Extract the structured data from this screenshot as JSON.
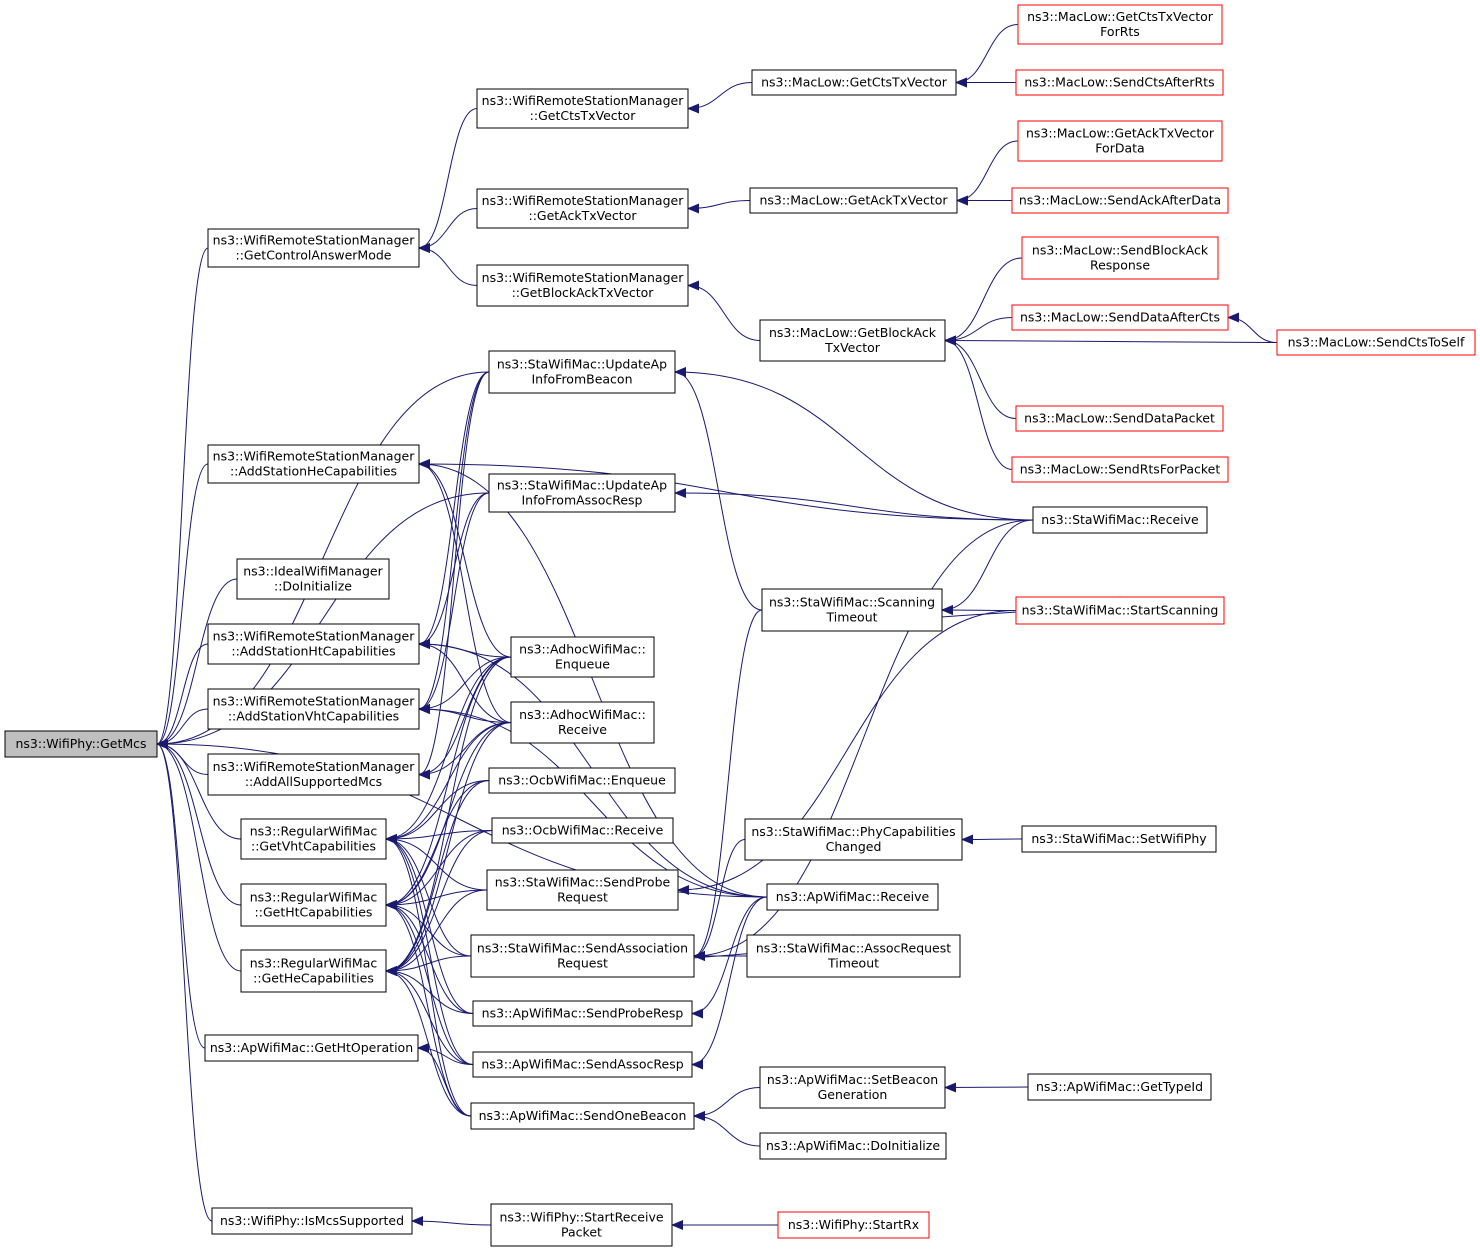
{
  "nodes": [
    {
      "id": "getmcs",
      "lines": [
        "ns3::WifiPhy::GetMcs"
      ],
      "current": true
    },
    {
      "id": "getcam",
      "lines": [
        "ns3::WifiRemoteStationManager",
        "::GetControlAnswerMode"
      ]
    },
    {
      "id": "getcts",
      "lines": [
        "ns3::WifiRemoteStationManager",
        "::GetCtsTxVector"
      ]
    },
    {
      "id": "getack",
      "lines": [
        "ns3::WifiRemoteStationManager",
        "::GetAckTxVector"
      ]
    },
    {
      "id": "getback",
      "lines": [
        "ns3::WifiRemoteStationManager",
        "::GetBlockAckTxVector"
      ]
    },
    {
      "id": "ml_getcts",
      "lines": [
        "ns3::MacLow::GetCtsTxVector"
      ]
    },
    {
      "id": "ml_getack",
      "lines": [
        "ns3::MacLow::GetAckTxVector"
      ]
    },
    {
      "id": "ml_getback",
      "lines": [
        "ns3::MacLow::GetBlockAck",
        "TxVector"
      ]
    },
    {
      "id": "ml_ctsforrts",
      "lines": [
        "ns3::MacLow::GetCtsTxVector",
        "ForRts"
      ],
      "truncated": true
    },
    {
      "id": "ml_sendcts",
      "lines": [
        "ns3::MacLow::SendCtsAfterRts"
      ],
      "truncated": true
    },
    {
      "id": "ml_ackfordata",
      "lines": [
        "ns3::MacLow::GetAckTxVector",
        "ForData"
      ],
      "truncated": true
    },
    {
      "id": "ml_sendack",
      "lines": [
        "ns3::MacLow::SendAckAfterData"
      ],
      "truncated": true
    },
    {
      "id": "ml_sendbar",
      "lines": [
        "ns3::MacLow::SendBlockAck",
        "Response"
      ],
      "truncated": true
    },
    {
      "id": "ml_senddata",
      "lines": [
        "ns3::MacLow::SendDataAfterCts"
      ],
      "truncated": true
    },
    {
      "id": "ml_ctstoself",
      "lines": [
        "ns3::MacLow::SendCtsToSelf"
      ],
      "truncated": true
    },
    {
      "id": "ml_datapkt",
      "lines": [
        "ns3::MacLow::SendDataPacket"
      ],
      "truncated": true
    },
    {
      "id": "ml_rts",
      "lines": [
        "ns3::MacLow::SendRtsForPacket"
      ],
      "truncated": true
    },
    {
      "id": "sta_updbeacon",
      "lines": [
        "ns3::StaWifiMac::UpdateAp",
        "InfoFromBeacon"
      ]
    },
    {
      "id": "sta_updassoc",
      "lines": [
        "ns3::StaWifiMac::UpdateAp",
        "InfoFromAssocResp"
      ]
    },
    {
      "id": "addhe",
      "lines": [
        "ns3::WifiRemoteStationManager",
        "::AddStationHeCapabilities"
      ]
    },
    {
      "id": "ideal",
      "lines": [
        "ns3::IdealWifiManager",
        "::DoInitialize"
      ]
    },
    {
      "id": "addht",
      "lines": [
        "ns3::WifiRemoteStationManager",
        "::AddStationHtCapabilities"
      ]
    },
    {
      "id": "addvht",
      "lines": [
        "ns3::WifiRemoteStationManager",
        "::AddStationVhtCapabilities"
      ]
    },
    {
      "id": "addall",
      "lines": [
        "ns3::WifiRemoteStationManager",
        "::AddAllSupportedMcs"
      ]
    },
    {
      "id": "getvht",
      "lines": [
        "ns3::RegularWifiMac",
        "::GetVhtCapabilities"
      ]
    },
    {
      "id": "getht",
      "lines": [
        "ns3::RegularWifiMac",
        "::GetHtCapabilities"
      ]
    },
    {
      "id": "gethe",
      "lines": [
        "ns3::RegularWifiMac",
        "::GetHeCapabilities"
      ]
    },
    {
      "id": "ap_htop",
      "lines": [
        "ns3::ApWifiMac::GetHtOperation"
      ]
    },
    {
      "id": "ismcs",
      "lines": [
        "ns3::WifiPhy::IsMcsSupported"
      ]
    },
    {
      "id": "adhoc_enq",
      "lines": [
        "ns3::AdhocWifiMac::",
        "Enqueue"
      ]
    },
    {
      "id": "adhoc_rx",
      "lines": [
        "ns3::AdhocWifiMac::",
        "Receive"
      ]
    },
    {
      "id": "ocb_enq",
      "lines": [
        "ns3::OcbWifiMac::Enqueue"
      ]
    },
    {
      "id": "ocb_rx",
      "lines": [
        "ns3::OcbWifiMac::Receive"
      ]
    },
    {
      "id": "sta_probe",
      "lines": [
        "ns3::StaWifiMac::SendProbe",
        "Request"
      ]
    },
    {
      "id": "sta_assoc",
      "lines": [
        "ns3::StaWifiMac::SendAssociation",
        "Request"
      ]
    },
    {
      "id": "ap_probe",
      "lines": [
        "ns3::ApWifiMac::SendProbeResp"
      ]
    },
    {
      "id": "ap_assoc",
      "lines": [
        "ns3::ApWifiMac::SendAssocResp"
      ]
    },
    {
      "id": "ap_beacon",
      "lines": [
        "ns3::ApWifiMac::SendOneBeacon"
      ]
    },
    {
      "id": "startrp",
      "lines": [
        "ns3::WifiPhy::StartReceive",
        "Packet"
      ]
    },
    {
      "id": "sta_rx",
      "lines": [
        "ns3::StaWifiMac::Receive"
      ]
    },
    {
      "id": "sta_scanto",
      "lines": [
        "ns3::StaWifiMac::Scanning",
        "Timeout"
      ]
    },
    {
      "id": "sta_startscan",
      "lines": [
        "ns3::StaWifiMac::StartScanning"
      ],
      "truncated": true
    },
    {
      "id": "sta_phycap",
      "lines": [
        "ns3::StaWifiMac::PhyCapabilities",
        "Changed"
      ]
    },
    {
      "id": "sta_setphy",
      "lines": [
        "ns3::StaWifiMac::SetWifiPhy"
      ]
    },
    {
      "id": "ap_rx",
      "lines": [
        "ns3::ApWifiMac::Receive"
      ]
    },
    {
      "id": "sta_assocto",
      "lines": [
        "ns3::StaWifiMac::AssocRequest",
        "Timeout"
      ]
    },
    {
      "id": "ap_setbeacon",
      "lines": [
        "ns3::ApWifiMac::SetBeacon",
        "Generation"
      ]
    },
    {
      "id": "ap_typeid",
      "lines": [
        "ns3::ApWifiMac::GetTypeId"
      ]
    },
    {
      "id": "ap_doinit",
      "lines": [
        "ns3::ApWifiMac::DoInitialize"
      ]
    },
    {
      "id": "startrx",
      "lines": [
        "ns3::WifiPhy::StartRx"
      ],
      "truncated": true
    }
  ],
  "edges": [
    [
      "getcam",
      "getmcs"
    ],
    [
      "sta_updbeacon",
      "getmcs"
    ],
    [
      "addhe",
      "getmcs"
    ],
    [
      "sta_updassoc",
      "getmcs"
    ],
    [
      "ideal",
      "getmcs"
    ],
    [
      "addht",
      "getmcs"
    ],
    [
      "addvht",
      "getmcs"
    ],
    [
      "addall",
      "getmcs"
    ],
    [
      "getvht",
      "getmcs"
    ],
    [
      "getht",
      "getmcs"
    ],
    [
      "gethe",
      "getmcs"
    ],
    [
      "ap_htop",
      "getmcs"
    ],
    [
      "ap_rx",
      "getmcs"
    ],
    [
      "ismcs",
      "getmcs"
    ],
    [
      "getcts",
      "getcam"
    ],
    [
      "getack",
      "getcam"
    ],
    [
      "getback",
      "getcam"
    ],
    [
      "ml_getcts",
      "getcts"
    ],
    [
      "ml_getack",
      "getack"
    ],
    [
      "ml_getback",
      "getback"
    ],
    [
      "ml_ctsforrts",
      "ml_getcts"
    ],
    [
      "ml_sendcts",
      "ml_getcts"
    ],
    [
      "ml_ackfordata",
      "ml_getack"
    ],
    [
      "ml_sendack",
      "ml_getack"
    ],
    [
      "ml_sendbar",
      "ml_getback"
    ],
    [
      "ml_senddata",
      "ml_getback"
    ],
    [
      "ml_ctstoself",
      "ml_getback"
    ],
    [
      "ml_datapkt",
      "ml_getback"
    ],
    [
      "ml_rts",
      "ml_getback"
    ],
    [
      "ml_ctstoself",
      "ml_senddata"
    ],
    [
      "sta_rx",
      "sta_updbeacon"
    ],
    [
      "sta_scanto",
      "sta_updbeacon"
    ],
    [
      "sta_rx",
      "sta_updassoc"
    ],
    [
      "sta_rx",
      "addhe"
    ],
    [
      "adhoc_enq",
      "addhe"
    ],
    [
      "adhoc_rx",
      "addhe"
    ],
    [
      "ap_rx",
      "addhe"
    ],
    [
      "sta_updbeacon",
      "addht"
    ],
    [
      "sta_updassoc",
      "addht"
    ],
    [
      "adhoc_enq",
      "addht"
    ],
    [
      "adhoc_rx",
      "addht"
    ],
    [
      "ap_rx",
      "addht"
    ],
    [
      "sta_updbeacon",
      "addvht"
    ],
    [
      "sta_updassoc",
      "addvht"
    ],
    [
      "adhoc_enq",
      "addvht"
    ],
    [
      "adhoc_rx",
      "addvht"
    ],
    [
      "ap_rx",
      "addvht"
    ],
    [
      "sta_updbeacon",
      "addall"
    ],
    [
      "adhoc_enq",
      "addall"
    ],
    [
      "adhoc_rx",
      "addall"
    ],
    [
      "adhoc_enq",
      "getvht"
    ],
    [
      "adhoc_rx",
      "getvht"
    ],
    [
      "ocb_enq",
      "getvht"
    ],
    [
      "ocb_rx",
      "getvht"
    ],
    [
      "sta_probe",
      "getvht"
    ],
    [
      "sta_assoc",
      "getvht"
    ],
    [
      "ap_probe",
      "getvht"
    ],
    [
      "ap_assoc",
      "getvht"
    ],
    [
      "ap_beacon",
      "getvht"
    ],
    [
      "adhoc_enq",
      "getht"
    ],
    [
      "adhoc_rx",
      "getht"
    ],
    [
      "ocb_enq",
      "getht"
    ],
    [
      "ocb_rx",
      "getht"
    ],
    [
      "sta_probe",
      "getht"
    ],
    [
      "sta_assoc",
      "getht"
    ],
    [
      "ap_probe",
      "getht"
    ],
    [
      "ap_assoc",
      "getht"
    ],
    [
      "ap_beacon",
      "getht"
    ],
    [
      "adhoc_enq",
      "gethe"
    ],
    [
      "adhoc_rx",
      "gethe"
    ],
    [
      "ocb_enq",
      "gethe"
    ],
    [
      "ocb_rx",
      "gethe"
    ],
    [
      "sta_probe",
      "gethe"
    ],
    [
      "sta_assoc",
      "gethe"
    ],
    [
      "ap_probe",
      "gethe"
    ],
    [
      "ap_assoc",
      "gethe"
    ],
    [
      "ap_beacon",
      "gethe"
    ],
    [
      "ap_assoc",
      "ap_htop"
    ],
    [
      "ap_beacon",
      "ap_htop"
    ],
    [
      "sta_startscan",
      "sta_scanto"
    ],
    [
      "sta_rx",
      "sta_scanto"
    ],
    [
      "sta_scanto",
      "sta_startscan"
    ],
    [
      "sta_setphy",
      "sta_phycap"
    ],
    [
      "sta_startscan",
      "sta_probe"
    ],
    [
      "sta_scanto",
      "sta_assoc"
    ],
    [
      "sta_rx",
      "sta_assoc"
    ],
    [
      "sta_assocto",
      "sta_assoc"
    ],
    [
      "sta_phycap",
      "sta_assoc"
    ],
    [
      "sta_assoc",
      "sta_assocto"
    ],
    [
      "ap_rx",
      "ap_probe"
    ],
    [
      "ap_rx",
      "ap_assoc"
    ],
    [
      "ap_setbeacon",
      "ap_beacon"
    ],
    [
      "ap_doinit",
      "ap_beacon"
    ],
    [
      "ap_typeid",
      "ap_setbeacon"
    ],
    [
      "startrp",
      "ismcs"
    ],
    [
      "startrx",
      "startrp"
    ]
  ]
}
